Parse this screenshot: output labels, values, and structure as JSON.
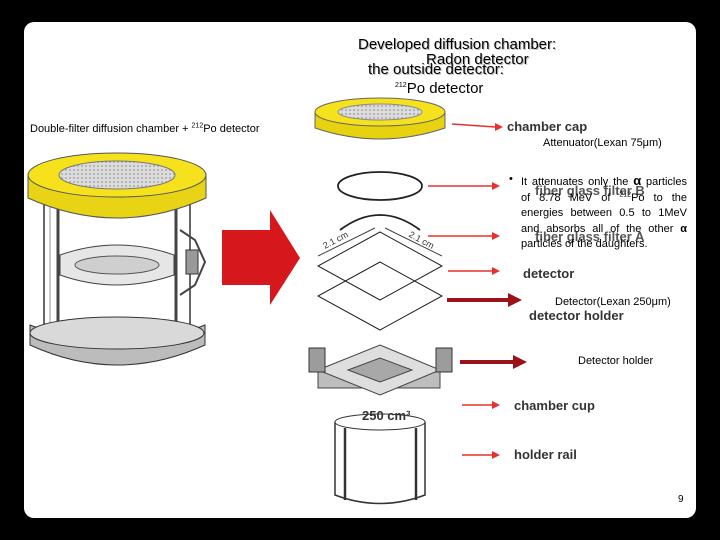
{
  "slide": {
    "title_line1": "Developed diffusion chamber:",
    "title_line2": "Radon detector",
    "title_line3": "the outside detector:",
    "title_line4_sup": "212",
    "title_line4": "Po detector",
    "left_caption_prefix": "Double-filter diffusion chamber + ",
    "left_caption_sup": "212",
    "left_caption_suffix": "Po detector",
    "page_number": "9"
  },
  "parts": {
    "chamber_cap": "chamber cap",
    "filter_b": "fiber glass filter B",
    "filter_a": "fiber glass filter A",
    "detector": "detector",
    "detector_holder": "detector holder",
    "volume": "250 cm³",
    "chamber_cup": "chamber cup",
    "holder_rail": "holder rail",
    "dim_left": "2.1 cm",
    "dim_right": "2.1 cm"
  },
  "annotations": {
    "attenuator": "Attenuator(Lexan 75μm)",
    "bullet_p1": "It attenuates only the ",
    "alpha": "α",
    "bullet_p2": "particles of 8.78 MeV of ",
    "po_sup": "212",
    "bullet_p3": "Po to the energies between 0.5 to 1MeV and absorbs all of the other ",
    "bullet_p4": "particles of the daughters.",
    "detector_note": "Detector(Lexan 250μm)",
    "holder_note": "Detector holder"
  },
  "colors": {
    "cap_yellow": "#f5e21c",
    "arrow_red": "#e8302c",
    "arrow_darkred": "#9b1219",
    "big_arrow": "#d6171c"
  }
}
